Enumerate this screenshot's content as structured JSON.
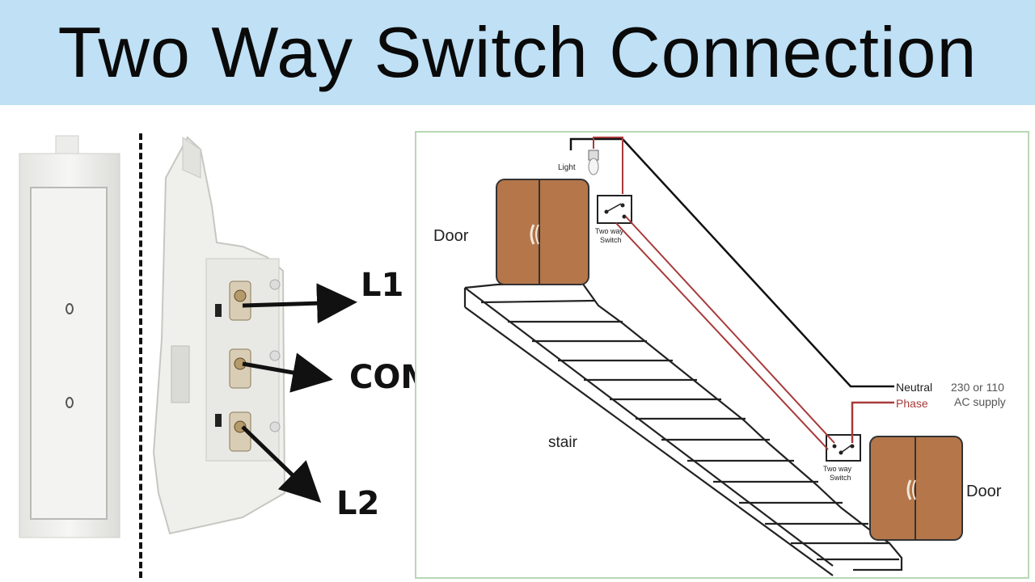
{
  "header": {
    "title": "Two Way Switch Connection"
  },
  "switch_labels": {
    "l1": "L1",
    "com": "COM",
    "l2": "L2"
  },
  "diagram": {
    "light_label": "Light",
    "door_top_label": "Door",
    "door_bottom_label": "Door",
    "switch_top_label_line1": "Two way",
    "switch_top_label_line2": "Switch",
    "switch_bottom_label_line1": "Two way",
    "switch_bottom_label_line2": "Switch",
    "stair_label": "stair",
    "neutral_label": "Neutral",
    "phase_label": "Phase",
    "supply_label_line1": "230 or 110",
    "supply_label_line2": "AC supply"
  },
  "colors": {
    "banner": "#bfe0f5",
    "door": "#b5764a",
    "phase_wire": "#a83a3a",
    "neutral_wire": "#111111"
  }
}
